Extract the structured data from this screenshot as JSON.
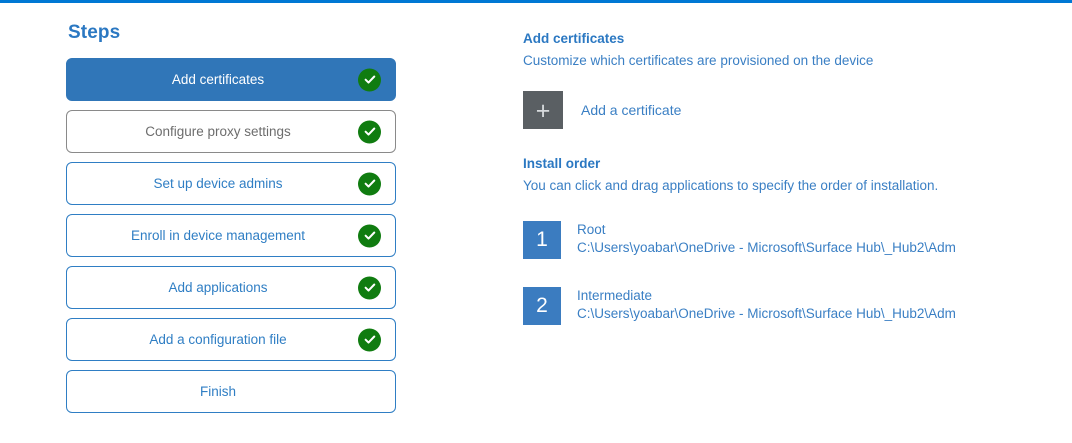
{
  "theme": {
    "accent_blue": "#0078d4",
    "step_active_bg": "#3076b8",
    "step_border_blue": "#2f7ec4",
    "step_border_gray": "#8a8a8a",
    "check_green": "#107c10",
    "add_square_gray": "#5a5f63",
    "order_num_blue": "#3b7cc0",
    "heading_blue": "#2b78c2",
    "body_blue": "#3a7fc4"
  },
  "steps_panel": {
    "heading": "Steps",
    "items": [
      {
        "label": "Add certificates",
        "state": "active",
        "completed": true
      },
      {
        "label": "Configure proxy settings",
        "state": "muted",
        "completed": true
      },
      {
        "label": "Set up device admins",
        "state": "default",
        "completed": true
      },
      {
        "label": "Enroll in device management",
        "state": "default",
        "completed": true
      },
      {
        "label": "Add applications",
        "state": "default",
        "completed": true
      },
      {
        "label": "Add a configuration file",
        "state": "default",
        "completed": true
      },
      {
        "label": "Finish",
        "state": "default",
        "completed": false
      }
    ]
  },
  "detail_panel": {
    "certificates": {
      "heading": "Add certificates",
      "subtitle": "Customize which certificates are provisioned on the device",
      "add_button_icon": "plus-icon",
      "add_button_label": "Add a certificate"
    },
    "install_order": {
      "heading": "Install order",
      "subtitle": "You can click and drag applications to specify the order of installation.",
      "items": [
        {
          "number": "1",
          "name": "Root",
          "path": "C:\\Users\\yoabar\\OneDrive - Microsoft\\Surface Hub\\_Hub2\\Adm"
        },
        {
          "number": "2",
          "name": "Intermediate",
          "path": "C:\\Users\\yoabar\\OneDrive - Microsoft\\Surface Hub\\_Hub2\\Adm"
        }
      ]
    }
  }
}
